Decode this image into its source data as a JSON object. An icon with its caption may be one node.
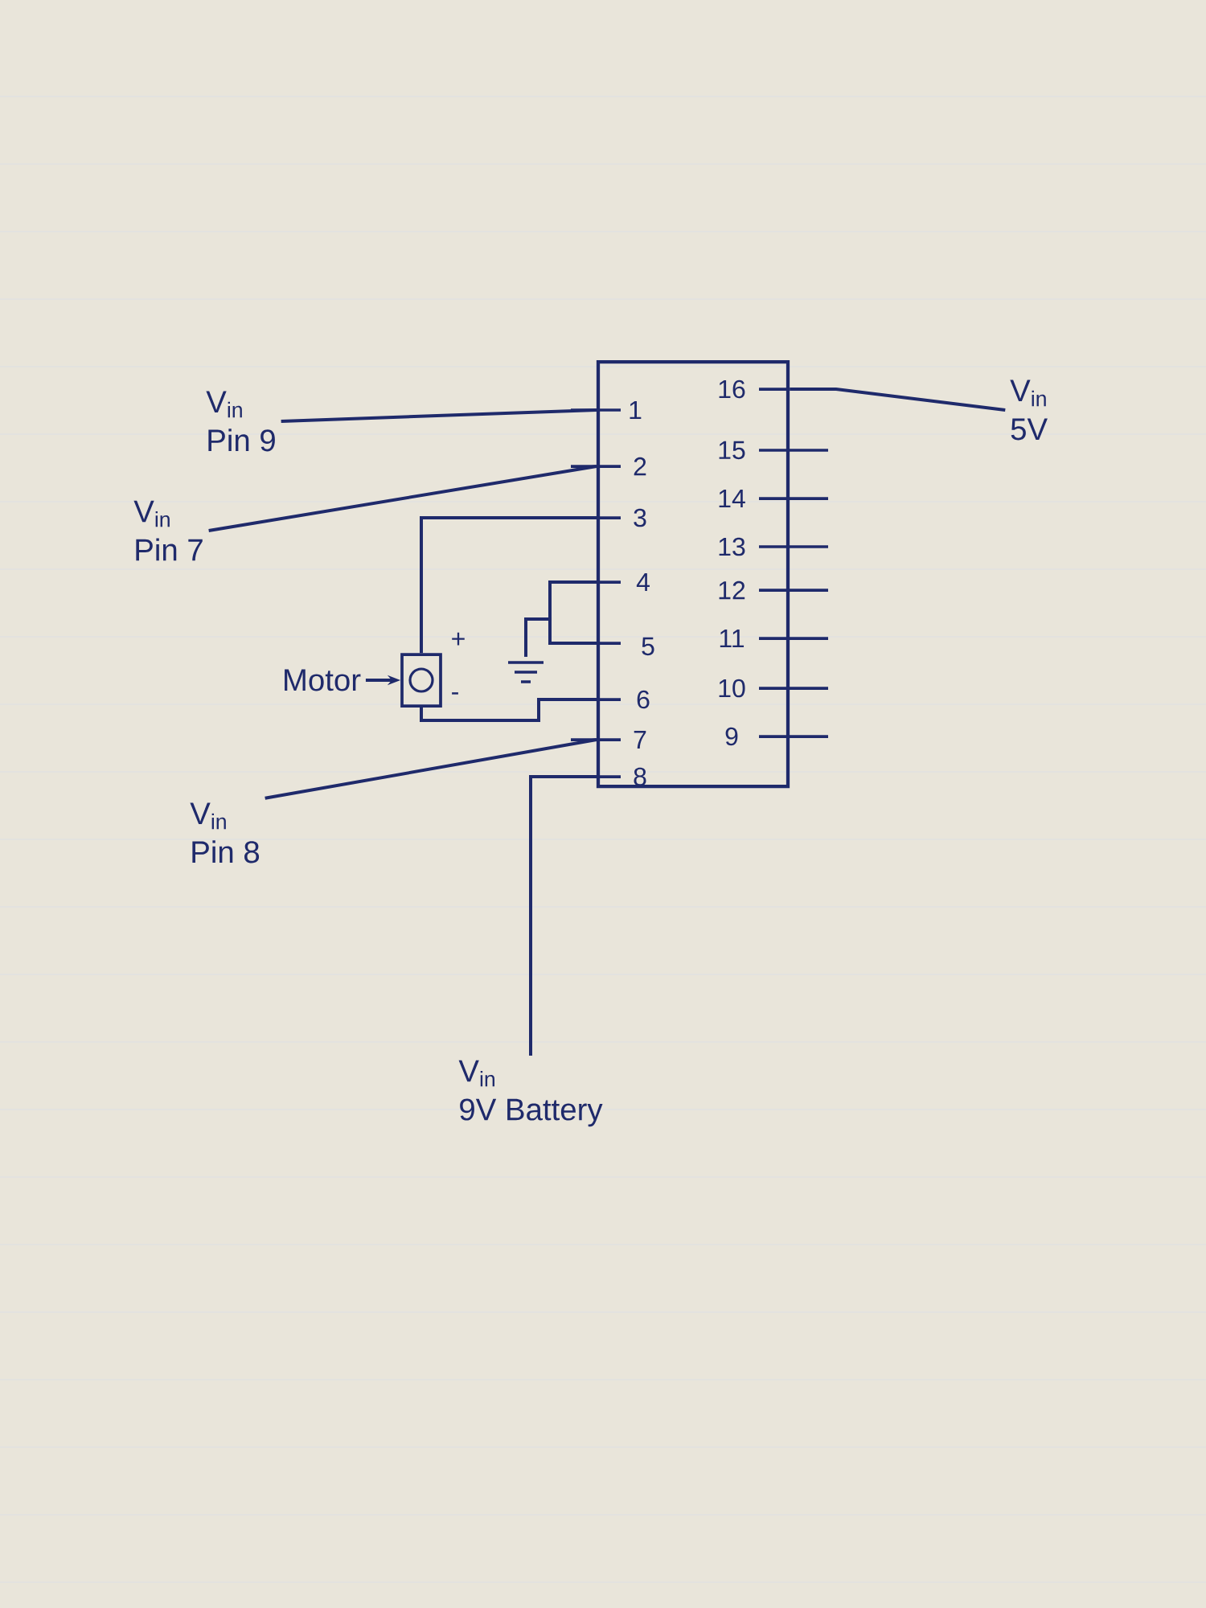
{
  "diagram": {
    "nodes": [
      {
        "text": [],
        "shape": "box"
      },
      {
        "text": [
          "V$_{in}$",
          "Pin 9"
        ]
      },
      {
        "text": [
          "V$_{in}$",
          "Pin 7"
        ]
      },
      {
        "text": [],
        "shape": "box"
      },
      {
        "text": [],
        "shape": "ground"
      },
      {
        "text": [
          "V$_{in}$",
          "Pin 8"
        ]
      },
      {
        "text": [
          "V$_{in}$",
          "9V Battery"
        ]
      },
      {
        "text": [
          "V$_{in}$",
          "5V"
        ]
      },
      {
        "text": [
          "Motor"
        ]
      }
    ],
    "edges": [
      {
        "from": 1,
        "to": 0,
        "arrow": "none"
      },
      {
        "from": 2,
        "to": 0,
        "arrow": "none"
      },
      {
        "from": 3,
        "to": 0,
        "arrow": "none"
      },
      {
        "from": 4,
        "to": 0,
        "arrow": "none"
      },
      {
        "from": 4,
        "to": 0,
        "arrow": "none"
      },
      {
        "from": 3,
        "to": 0,
        "arrow": "none"
      },
      {
        "from": 5,
        "to": 0,
        "arrow": "none"
      },
      {
        "from": 6,
        "to": 0,
        "arrow": "none"
      },
      {
        "from": 0,
        "to": 7,
        "arrow": "none"
      },
      {
        "from": 8,
        "to": 3,
        "arrow": "to"
      }
    ],
    "labels": [
      "16",
      "1",
      "15",
      "2",
      "14",
      "3",
      "13",
      "4",
      "12",
      "+",
      "5",
      "11",
      "10",
      "6",
      "-",
      "9",
      "7",
      "8"
    ]
  }
}
